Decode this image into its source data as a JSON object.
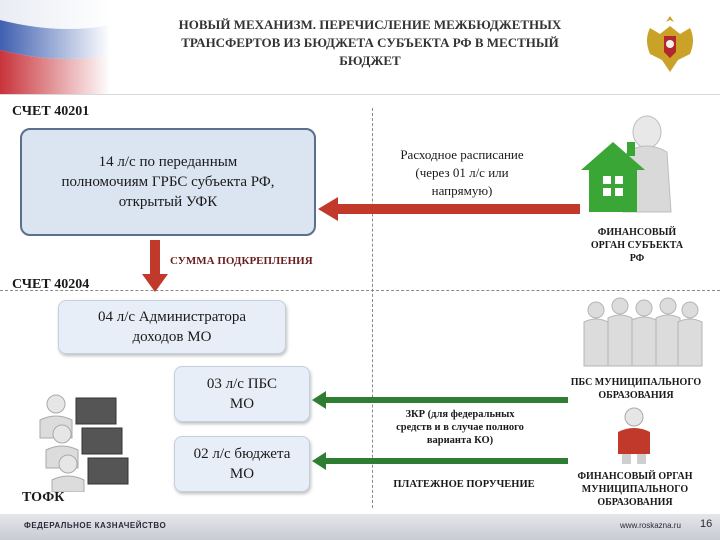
{
  "header": {
    "title_lines": [
      "НОВЫЙ МЕХАНИЗМ. ПЕРЕЧИСЛЕНИЕ МЕЖБЮДЖЕТНЫХ",
      "ТРАНСФЕРТОВ ИЗ БЮДЖЕТА СУБЪЕКТА РФ В МЕСТНЫЙ",
      "БЮДЖЕТ"
    ]
  },
  "account_40201": {
    "label": "СЧЕТ 40201",
    "box_lines": [
      "14 л/с по переданным",
      "полномочиям ГРБС субъекта РФ,",
      "открытый УФК"
    ]
  },
  "expense_schedule": {
    "lines": [
      "Расходное расписание",
      "(через 01 л/с или",
      "напрямую)"
    ]
  },
  "financial_body_subject": {
    "lines": [
      "ФИНАНСОВЫЙ",
      "ОРГАН СУБЪЕКТА",
      "РФ"
    ]
  },
  "reinforcement_label": "СУММА ПОДКРЕПЛЕНИЯ",
  "account_40204": {
    "label": "СЧЕТ 40204",
    "admin_box_lines": [
      "04 л/с Администратора",
      "доходов МО"
    ]
  },
  "pbs_box": {
    "lines": [
      "03 л/с ПБС",
      "МО"
    ]
  },
  "budget_box": {
    "lines": [
      "02 л/с бюджета",
      "МО"
    ]
  },
  "pbs_municipal": {
    "lines": [
      "ПБС МУНИЦИПАЛЬНОГО",
      "ОБРАЗОВАНИЯ"
    ]
  },
  "zkr_note": {
    "lines": [
      "ЗКР (для федеральных",
      "средств и в случае полного",
      "варианта КО)"
    ]
  },
  "payment_order": "ПЛАТЕЖНОЕ ПОРУЧЕНИЕ",
  "financial_body_municipal": {
    "lines": [
      "ФИНАНСОВЫЙ ОРГАН",
      "МУНИЦИПАЛЬНОГО",
      "ОБРАЗОВАНИЯ"
    ]
  },
  "tofk_label": "ТОФК",
  "footer": {
    "org": "ФЕДЕРАЛЬНОЕ КАЗНАЧЕЙСТВО",
    "url": "www.roskazna.ru",
    "page": "16"
  },
  "colors": {
    "box_fill": "#dbe5f1",
    "box_border": "#5b6f8f",
    "arrow_red": "#c0392b",
    "arrow_green": "#2e7d32",
    "house_green": "#3aa635"
  }
}
